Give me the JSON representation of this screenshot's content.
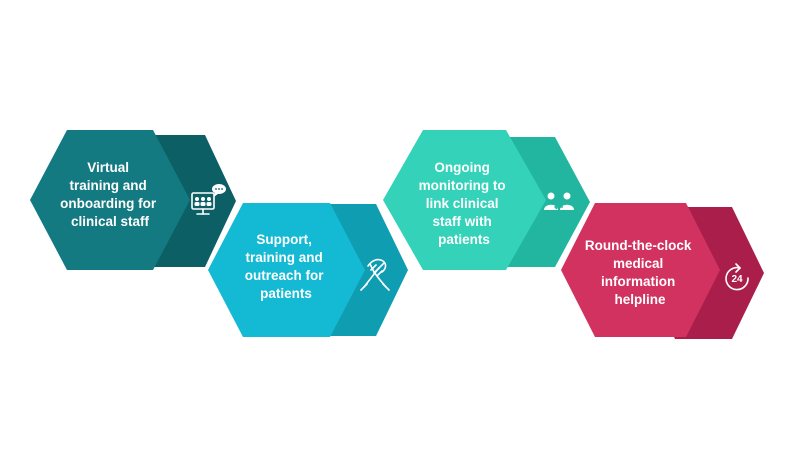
{
  "steps": [
    {
      "lines": [
        "Virtual",
        "training and",
        "onboarding for",
        "clinical staff"
      ],
      "front_color": "#147a82",
      "back_color": "#0d5f66",
      "icon": "video-conference-icon"
    },
    {
      "lines": [
        "Support,",
        "training and",
        "outreach for",
        "patients"
      ],
      "front_color": "#14b9d4",
      "back_color": "#0f9db2",
      "icon": "handshake-icon"
    },
    {
      "lines": [
        "Ongoing",
        "monitoring to",
        "link clinical",
        "staff with",
        "patients"
      ],
      "front_color": "#34d2b9",
      "back_color": "#22b6a0",
      "icon": "people-exchange-icon"
    },
    {
      "lines": [
        "Round-the-clock",
        "medical",
        "information",
        "helpline"
      ],
      "front_color": "#d2325f",
      "back_color": "#aa1e4b",
      "icon": "24-hour-icon",
      "icon_text": "24"
    }
  ]
}
